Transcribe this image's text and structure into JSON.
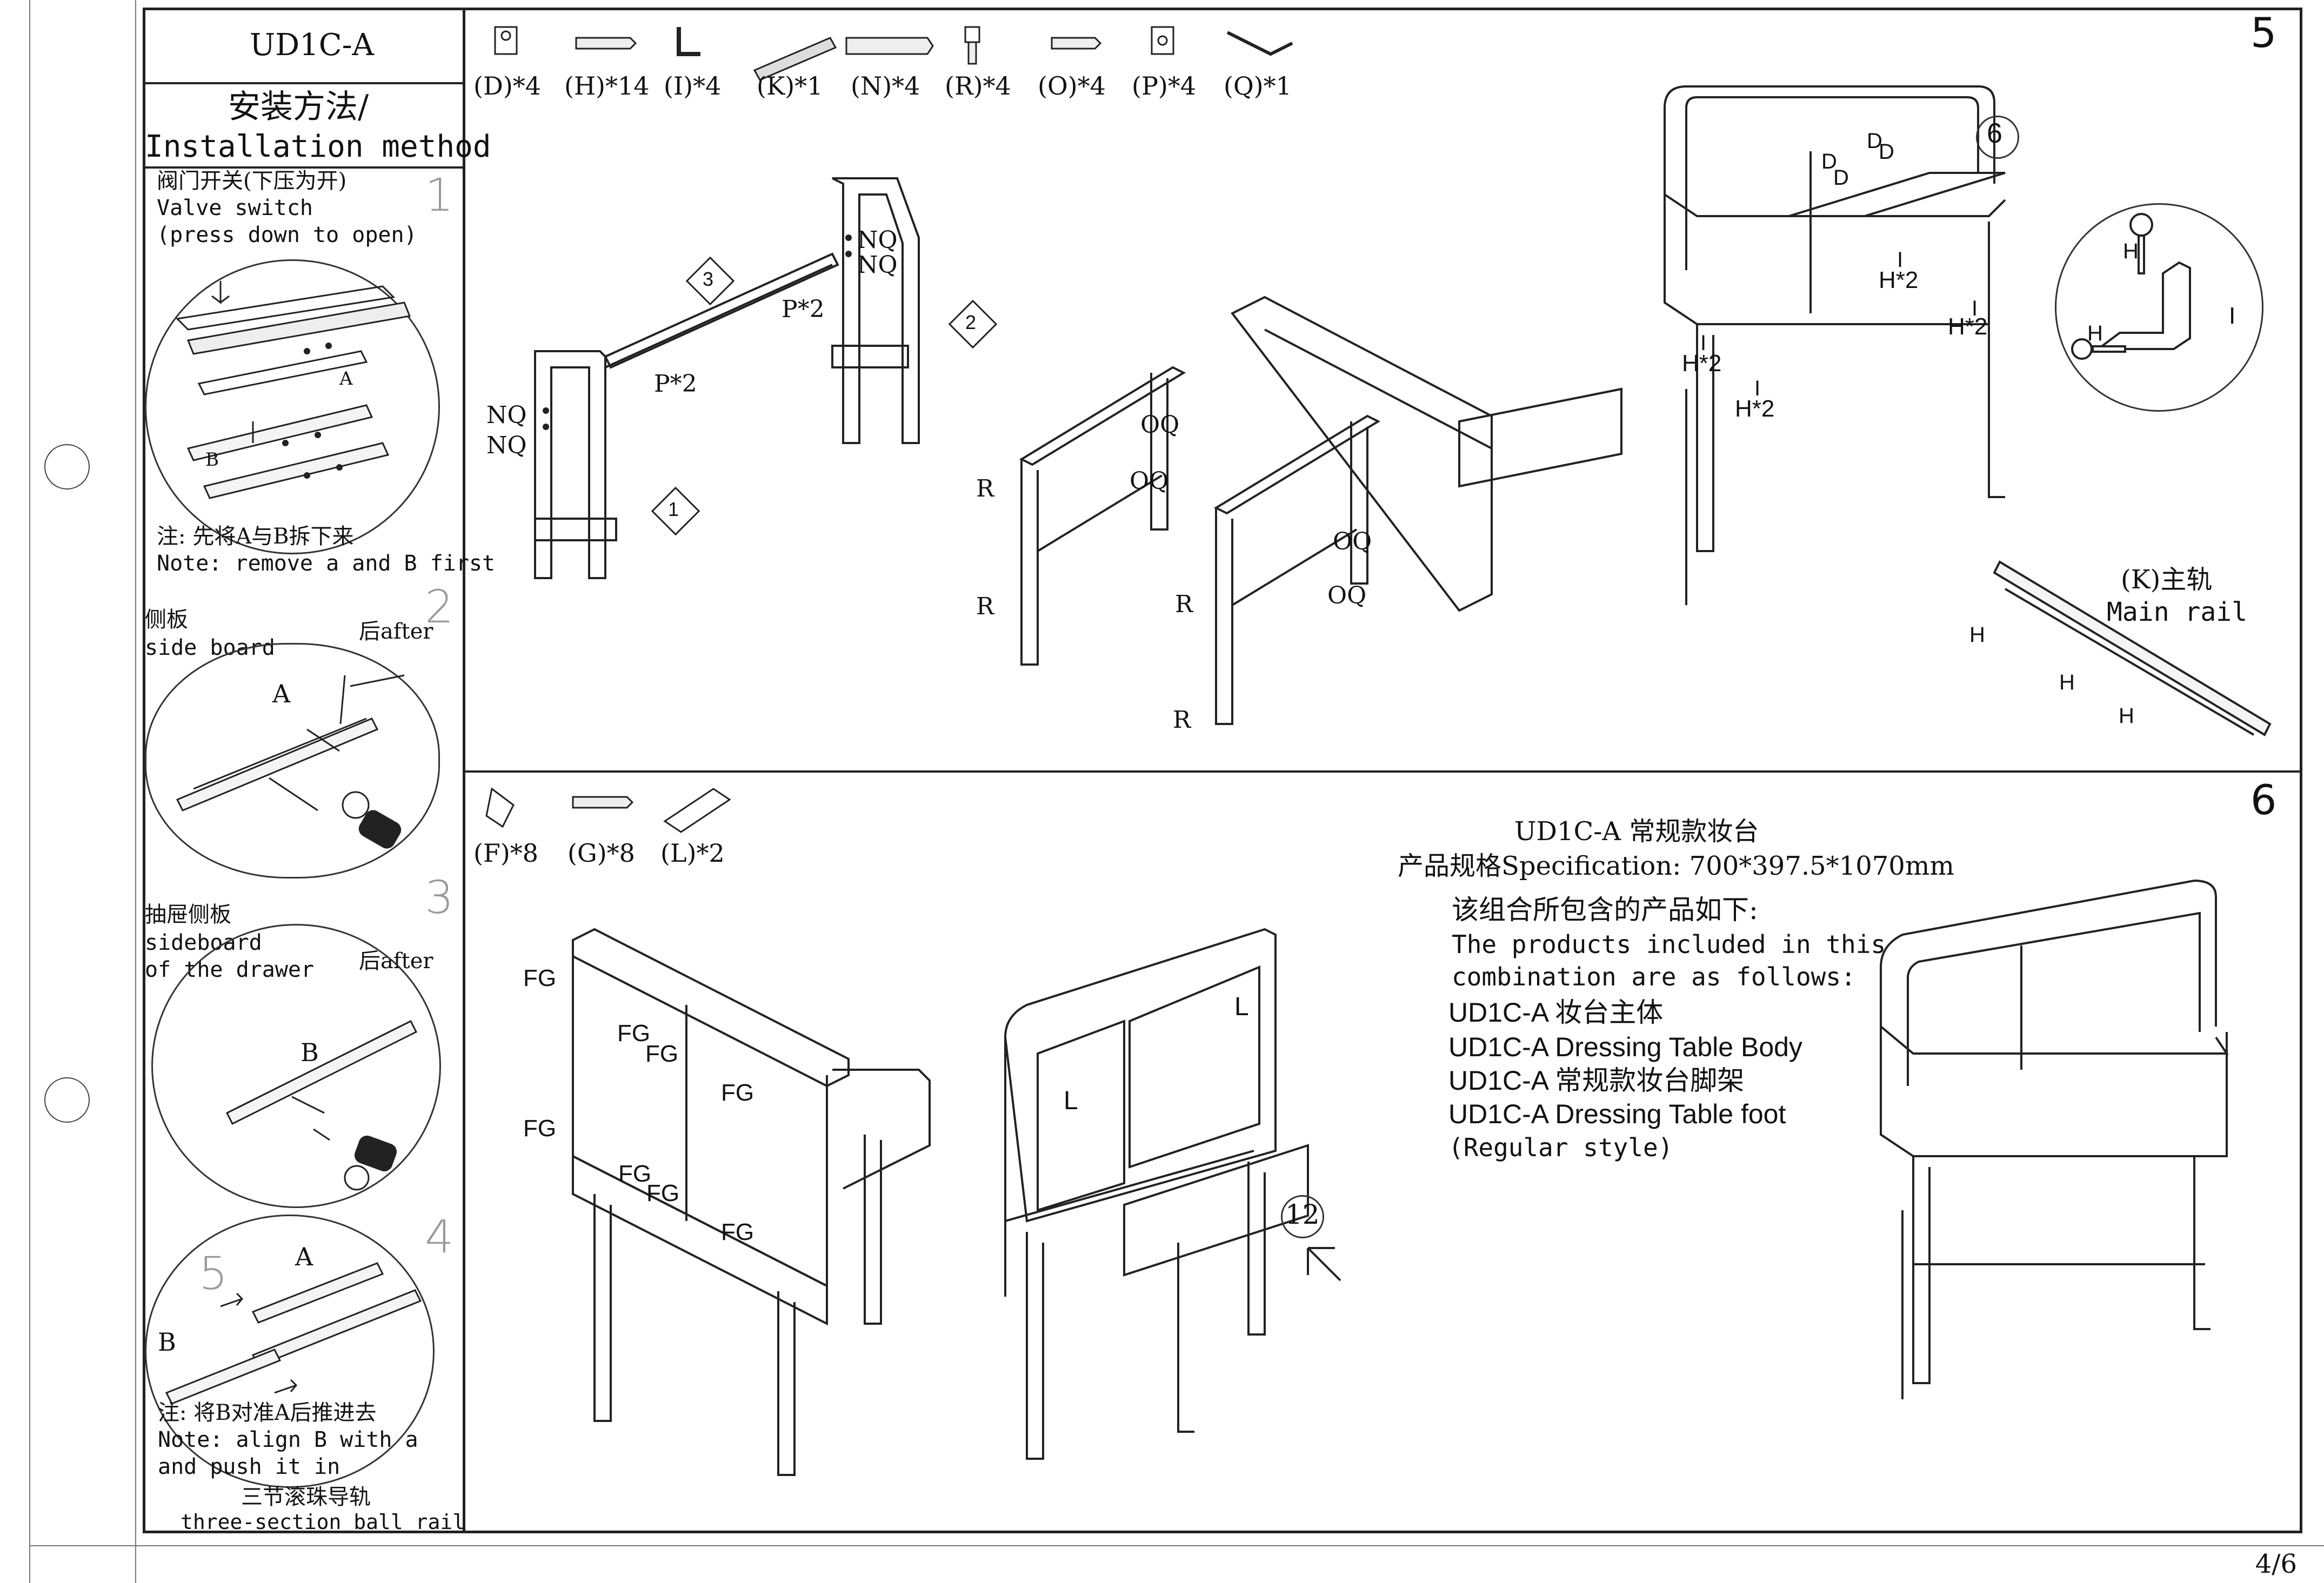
{
  "sidebar": {
    "model": "UD1C-A",
    "title_cn": "安装方法/",
    "title_en": "Installation method",
    "steps": [
      {
        "num": "1",
        "lines": [
          "阀门开关(下压为开)",
          "Valve switch",
          "(press down to open)"
        ],
        "notes": [
          "注: 先将A与B拆下来",
          "Note: remove a and B first"
        ],
        "labels": [
          "A",
          "B"
        ]
      },
      {
        "num": "2",
        "lines": [
          "侧板",
          "side board"
        ],
        "after": "后after",
        "labels": [
          "A"
        ]
      },
      {
        "num": "3",
        "lines": [
          "抽屉侧板",
          "sideboard",
          "of the drawer"
        ],
        "after": "后after",
        "labels": [
          "B"
        ]
      },
      {
        "num": "4",
        "sub": "5",
        "labels": [
          "A",
          "B"
        ],
        "notes": [
          "注: 将B对准A后推进去",
          "Note: align B with a",
          "and push it in"
        ],
        "footer": [
          "三节滚珠导轨",
          "three-section ball rail"
        ]
      }
    ]
  },
  "step5": {
    "num": "5",
    "parts": [
      "(D)*4",
      "(H)*14",
      "(I)*4",
      "(K)*1",
      "(N)*4",
      "(R)*4",
      "(O)*4",
      "(P)*4",
      "(Q)*1"
    ],
    "labels": {
      "nq": "NQ",
      "p2": "P*2",
      "oq": "OQ",
      "r": "R",
      "d": "D",
      "i": "I",
      "h2": "H*2",
      "h": "H",
      "call1": "1",
      "call2": "2",
      "call3": "3",
      "call6": "6",
      "rail_cn": "(K)主轨",
      "rail_en": "Main rail"
    }
  },
  "step6": {
    "num": "6",
    "parts": [
      "(F)*8",
      "(G)*8",
      "(L)*2"
    ],
    "labels": {
      "fg": "FG",
      "l": "L",
      "n12": "12"
    },
    "spec": {
      "title": "UD1C-A 常规款妆台",
      "spec_line": "产品规格Specification: 700*397.5*1070mm",
      "intro_cn": "该组合所包含的产品如下:",
      "intro_en1": "The products included in this",
      "intro_en2": "combination are as follows:",
      "items": [
        "UD1C-A 妆台主体",
        "UD1C-A Dressing Table Body",
        "UD1C-A 常规款妆台脚架",
        "UD1C-A Dressing Table foot",
        "(Regular style)"
      ]
    }
  },
  "page_number": "4/6"
}
